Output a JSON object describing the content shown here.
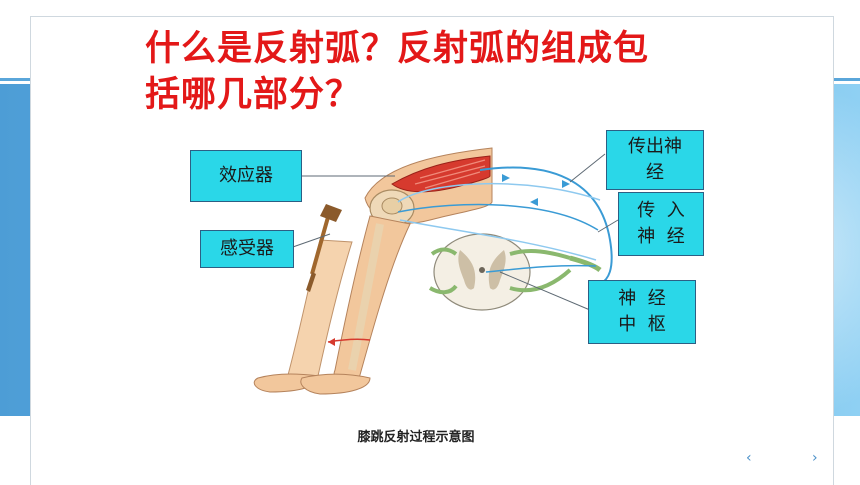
{
  "title": {
    "line1": "什么是反射弧？反射弧的组成包",
    "line2": "括哪几部分？"
  },
  "labels": {
    "effector": "效应器",
    "receptor": "感受器",
    "efferent_line1": "传出神",
    "efferent_line2": "经",
    "afferent_line1": "传  入",
    "afferent_line2": "神  经",
    "center_line1": "神  经",
    "center_line2": "中  枢"
  },
  "caption": "膝跳反射过程示意图",
  "nav": {
    "prev": "‹",
    "next": "›"
  },
  "colors": {
    "title": "#e31818",
    "label_fill": "#2ad7e8",
    "band": "#5aa6da",
    "nerve": "#3a9bd5"
  }
}
